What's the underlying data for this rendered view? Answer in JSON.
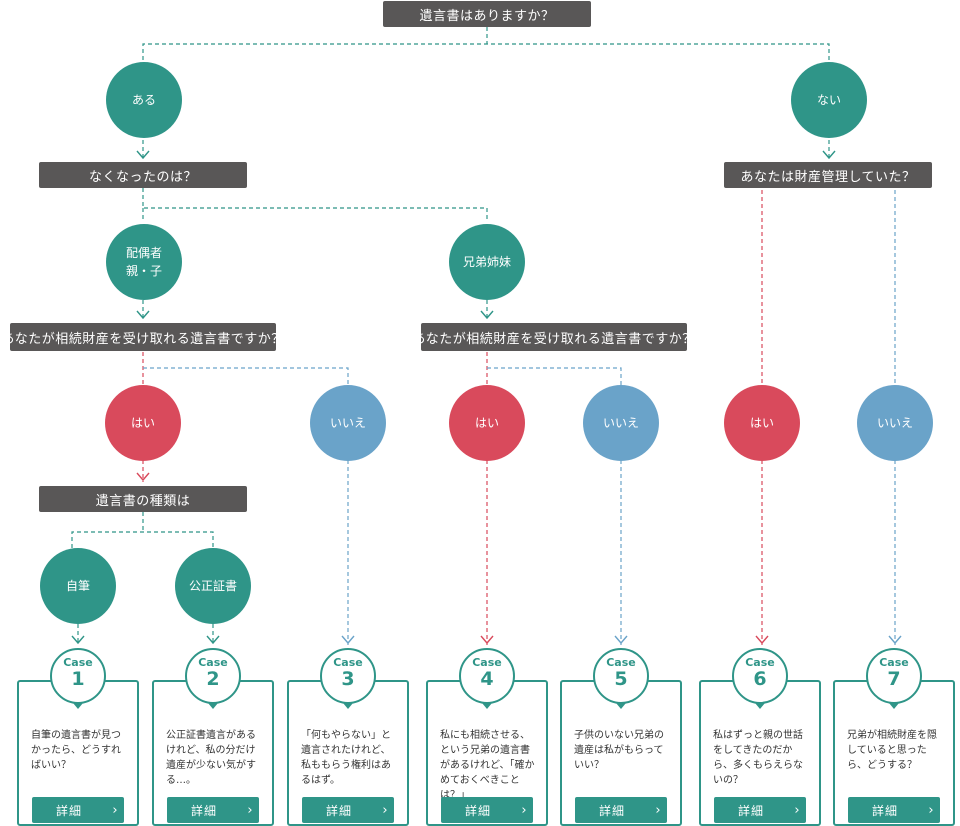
{
  "root_question": "遺言書はありますか？",
  "branches": {
    "aru": "ある",
    "nai": "ない"
  },
  "q_deceased": "なくなったのは？",
  "deceased": {
    "spouse_parent_child": "配偶者\n親・子",
    "siblings": "兄弟姉妹"
  },
  "q_receive": "あなたが相続財産を受け取れる遺言書ですか？",
  "q_management": "あなたは財産管理していた？",
  "answers": {
    "yes": "はい",
    "no": "いいえ"
  },
  "q_will_type": "遺言書の種類は",
  "will_types": {
    "holograph": "自筆",
    "notarized": "公正証書"
  },
  "cases": [
    {
      "label": "Case",
      "number": "1",
      "text": "自筆の遺言書が見つかったら、どうすればいい？",
      "button": "詳細"
    },
    {
      "label": "Case",
      "number": "2",
      "text": "公正証書遺言があるけれど、私の分だけ遺産が少ない気がする…。",
      "button": "詳細"
    },
    {
      "label": "Case",
      "number": "3",
      "text": "「何もやらない」と遺言されたけれど、私ももらう権利はあるはず。",
      "button": "詳細"
    },
    {
      "label": "Case",
      "number": "4",
      "text": "私にも相続させる、という兄弟の遺言書があるけれど、「確かめておくべきことは？」",
      "button": "詳細"
    },
    {
      "label": "Case",
      "number": "5",
      "text": "子供のいない兄弟の遺産は私がもらっていい？",
      "button": "詳細"
    },
    {
      "label": "Case",
      "number": "6",
      "text": "私はずっと親の世話をしてきたのだから、多くもらえらないの？",
      "button": "詳細"
    },
    {
      "label": "Case",
      "number": "7",
      "text": "兄弟が相続財産を隠していると思ったら、どうする？",
      "button": "詳細"
    }
  ],
  "colors": {
    "teal": "#2f9588",
    "red": "#d94a5c",
    "blue": "#6aa3c9",
    "box": "#595757"
  }
}
